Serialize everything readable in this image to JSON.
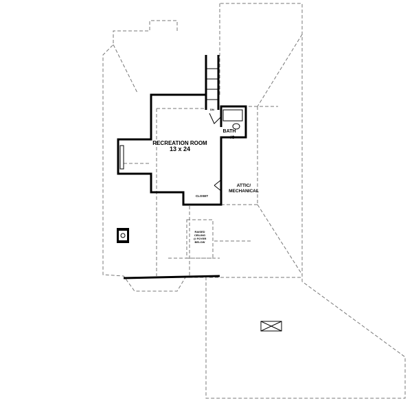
{
  "rooms": {
    "recreation_name": "RECREATION ROOM",
    "recreation_size": "13 x 24",
    "bath_name": "BATH",
    "bath_number": "#3",
    "attic_line1": "ATTIC/",
    "attic_line2": "MECHANICAL",
    "closet": "CLOSET",
    "stair_label": "DN",
    "foyer_line1": "RAISED",
    "foyer_line2": "CEILING",
    "foyer_line3": "@ FOYER",
    "foyer_line4": "BELOW"
  }
}
